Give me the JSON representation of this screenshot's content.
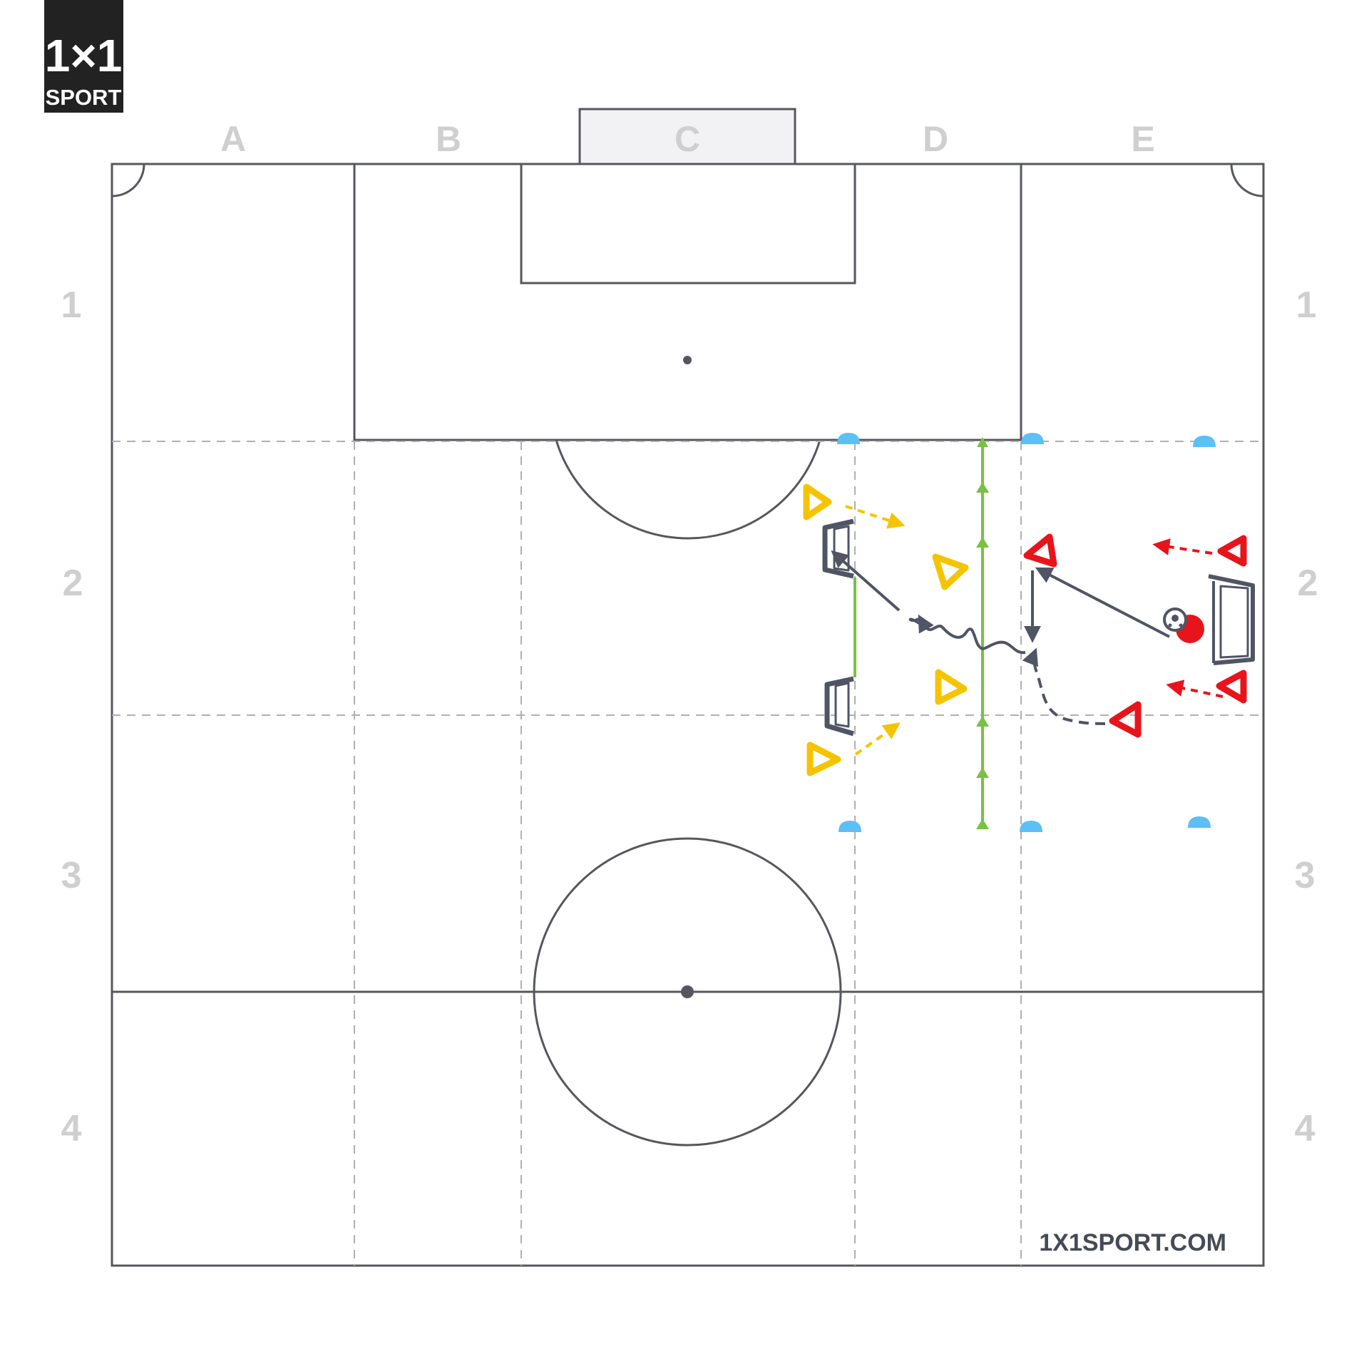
{
  "logo": {
    "main": "1×1",
    "sub": "SPORT"
  },
  "columns": [
    "A",
    "B",
    "C",
    "D",
    "E"
  ],
  "rows_left": [
    "1",
    "2",
    "3",
    "4"
  ],
  "rows_right": [
    "1",
    "2",
    "3",
    "4"
  ],
  "watermark": "1X1SPORT.COM",
  "colors": {
    "lines": "#55575e",
    "grid": "#b0b0b0",
    "label": "#cfcfcf",
    "yellow": "#f5c400",
    "red": "#e8141b",
    "blue": "#5bc0f5",
    "green": "#79c043",
    "action": "#505565",
    "logo_bg": "#222222"
  },
  "legend_icons": [
    "cone-icon",
    "player-triangle-icon",
    "mini-goal-icon",
    "ball-icon"
  ]
}
